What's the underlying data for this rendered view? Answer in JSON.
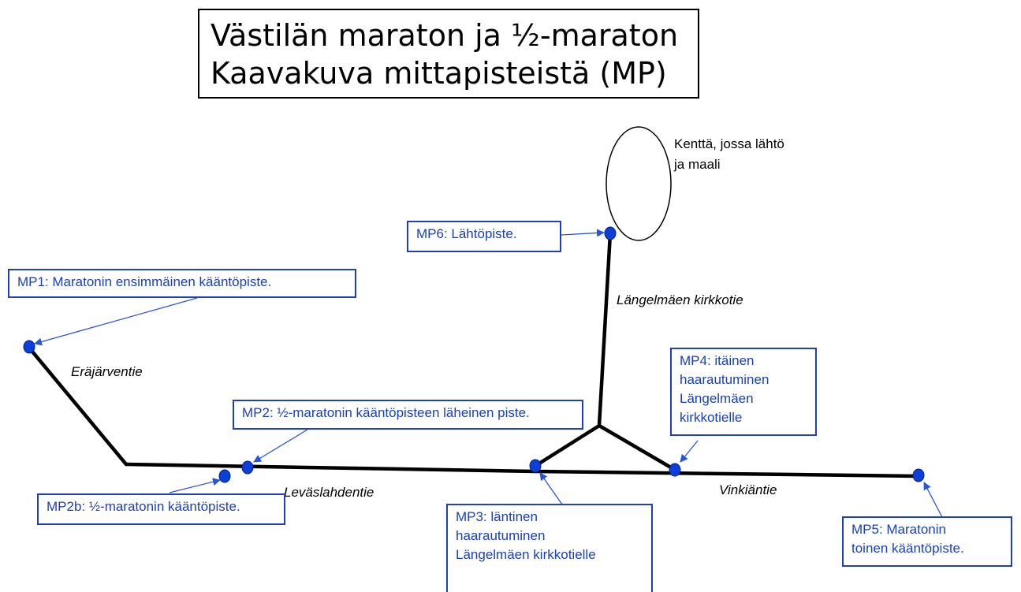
{
  "title": {
    "line1": "Västilän maraton ja ½-maraton",
    "line2": "Kaavakuva mittapisteistä (MP)"
  },
  "field_note": {
    "line1": "Kenttä, jossa lähtö",
    "line2": "ja maali"
  },
  "roads": {
    "erajarventie": "Eräjärventie",
    "levaslahdentie": "Leväslahdentie",
    "vinkiantie": "Vinkiäntie",
    "kirkkotie": "Längelmäen kirkkotie"
  },
  "callouts": {
    "mp1": [
      "MP1: Maratonin ensimmäinen kääntöpiste."
    ],
    "mp2": [
      "MP2: ½-maratonin kääntöpisteen läheinen piste."
    ],
    "mp2b": [
      "MP2b: ½-maratonin kääntöpiste."
    ],
    "mp3": [
      "MP3: läntinen",
      "haarautuminen",
      "Längelmäen kirkkotielle"
    ],
    "mp4": [
      "MP4: itäinen",
      "haarautuminen",
      "Längelmäen",
      "kirkkotielle"
    ],
    "mp5": [
      "MP5: Maratonin",
      "toinen kääntöpiste."
    ],
    "mp6": [
      "MP6: Lähtöpiste."
    ]
  },
  "colors": {
    "road": "#000000",
    "point": "#0b3fd9",
    "callout_text": "#1a3fbf",
    "callout_border": "#1f3fbf",
    "arrow": "#2a56d6"
  }
}
